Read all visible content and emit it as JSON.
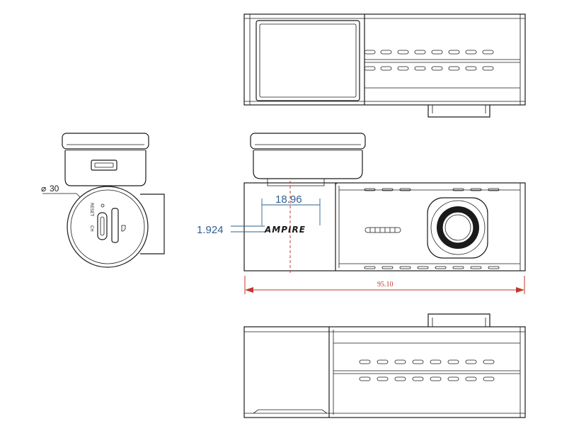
{
  "dimensions": {
    "diameter": "30",
    "width_18": "18.96",
    "offset": "1.924",
    "length": "95.10"
  },
  "labels": {
    "brand": "AMPIRE",
    "reset": "RESET",
    "usb": "CH"
  },
  "colors": {
    "line": "#1a1a1a",
    "dimension_blue": "#2f5f8f",
    "dimension_red": "#c0392b"
  }
}
